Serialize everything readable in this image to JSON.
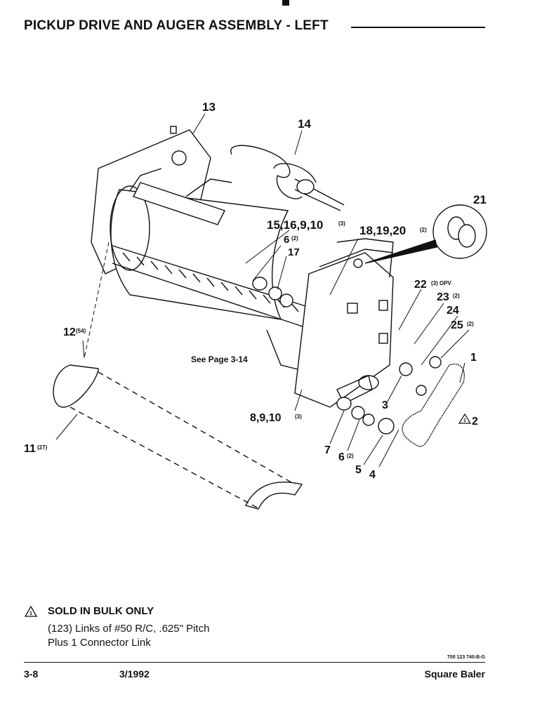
{
  "page": {
    "title": "PICKUP DRIVE AND AUGER ASSEMBLY - LEFT"
  },
  "callouts": {
    "c13": "13",
    "c14": "14",
    "c21": "21",
    "c15": "15,16,9,10",
    "c15q": "(3)",
    "c18": "18,19,20",
    "c18q": "(2)",
    "c6a": "6",
    "c6aq": "(2)",
    "c17": "17",
    "c22": "22",
    "c22q": "(3) OPV",
    "c23": "23",
    "c23q": "(2)",
    "c24": "24",
    "c25": "25",
    "c25q": "(2)",
    "c1": "1",
    "c12": "12",
    "c12q": "(54)",
    "see_page": "See Page 3-14",
    "c2": "2",
    "c3": "3",
    "c8": "8,9,10",
    "c8q": "(3)",
    "c7": "7",
    "c6b": "6",
    "c6bq": "(2)",
    "c5": "5",
    "c4": "4",
    "c11": "11",
    "c11q": "(27)",
    "flag_mark": "1"
  },
  "note": {
    "heading": "SOLD IN BULK ONLY",
    "line1": "(123) Links of #50 R/C, .625\" Pitch",
    "line2": "Plus 1 Connector Link"
  },
  "footer": {
    "code": "700 123 740-B-G",
    "page_number": "3-8",
    "date": "3/1992",
    "product": "Square Baler"
  }
}
